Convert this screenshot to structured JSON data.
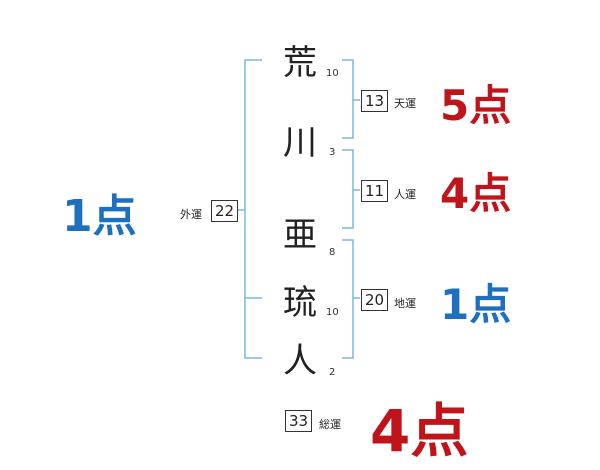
{
  "characters": [
    {
      "char": "荒",
      "strokes": "10"
    },
    {
      "char": "川",
      "strokes": "3"
    },
    {
      "char": "亜",
      "strokes": "8"
    },
    {
      "char": "琉",
      "strokes": "10"
    },
    {
      "char": "人",
      "strokes": "2"
    }
  ],
  "fortunes": {
    "tenkaku": {
      "value": "13",
      "label": "天運",
      "score": "5点",
      "color": "#c0141a"
    },
    "jinkaku": {
      "value": "11",
      "label": "人運",
      "score": "4点",
      "color": "#c0141a"
    },
    "chikaku": {
      "value": "20",
      "label": "地運",
      "score": "1点",
      "color": "#1d6fc0"
    },
    "gaikaku": {
      "value": "22",
      "label": "外運",
      "score": "1点",
      "color": "#1d6fc0"
    },
    "soukaku": {
      "value": "33",
      "label": "総運",
      "score": "4点",
      "color": "#c0141a"
    }
  },
  "colors": {
    "bracket": "#7ab8dc"
  }
}
